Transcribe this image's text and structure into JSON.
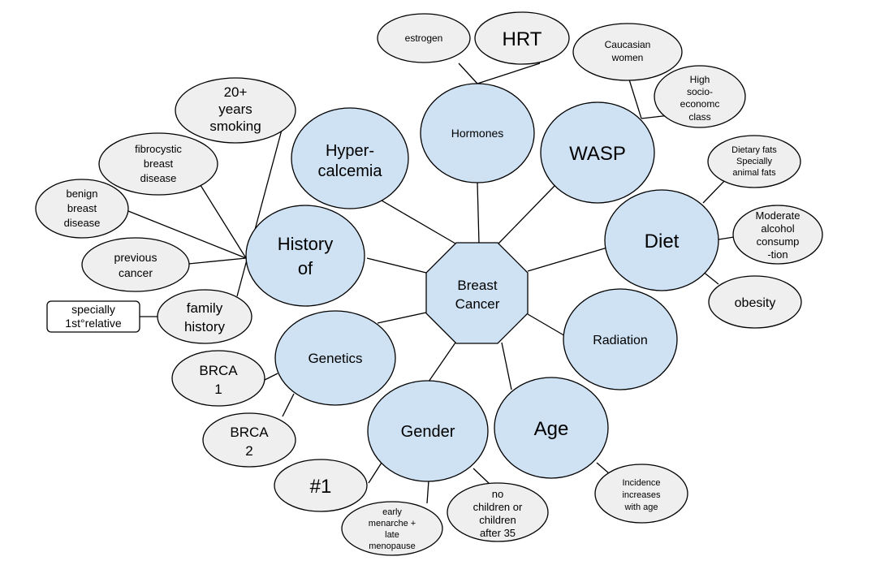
{
  "center": {
    "lines": [
      "Breast",
      "Cancer"
    ]
  },
  "categories": {
    "hormones": {
      "lines": [
        "Hormones"
      ]
    },
    "wasp": {
      "lines": [
        "WASP"
      ]
    },
    "hypercalcemia": {
      "lines": [
        "Hyper-",
        "calcemia"
      ]
    },
    "diet": {
      "lines": [
        "Diet"
      ]
    },
    "history": {
      "lines": [
        "History",
        "of"
      ]
    },
    "radiation": {
      "lines": [
        "Radiation"
      ]
    },
    "genetics": {
      "lines": [
        "Genetics"
      ]
    },
    "age": {
      "lines": [
        "Age"
      ]
    },
    "gender": {
      "lines": [
        "Gender"
      ]
    }
  },
  "details": {
    "estrogen": {
      "lines": [
        "estrogen"
      ]
    },
    "hrt": {
      "lines": [
        "HRT"
      ]
    },
    "caucasian": {
      "lines": [
        "Caucasian",
        "women"
      ]
    },
    "socio": {
      "lines": [
        "High",
        "socio-",
        "economc",
        "class"
      ]
    },
    "smoking": {
      "lines": [
        "20+",
        "years",
        "smoking"
      ]
    },
    "fibrocystic": {
      "lines": [
        "fibrocystic",
        "breast",
        "disease"
      ]
    },
    "benign": {
      "lines": [
        "benign",
        "breast",
        "disease"
      ]
    },
    "previous": {
      "lines": [
        "previous",
        "cancer"
      ]
    },
    "family": {
      "lines": [
        "family",
        "history"
      ]
    },
    "relative": {
      "lines": [
        "specially",
        "1st°relative"
      ]
    },
    "fats": {
      "lines": [
        "Dietary fats",
        "Specially",
        "animal fats"
      ]
    },
    "alcohol": {
      "lines": [
        "Moderate",
        "alcohol",
        "consump",
        "-tion"
      ]
    },
    "obesity": {
      "lines": [
        "obesity"
      ]
    },
    "brca1": {
      "lines": [
        "BRCA",
        "1"
      ]
    },
    "brca2": {
      "lines": [
        "BRCA",
        "2"
      ]
    },
    "number1": {
      "lines": [
        "#1"
      ]
    },
    "menarche": {
      "lines": [
        "early",
        "menarche +",
        "late",
        "menopause"
      ]
    },
    "children": {
      "lines": [
        "no",
        "children or",
        "children",
        "after 35"
      ]
    },
    "incidence": {
      "lines": [
        "Incidence",
        "increases",
        "with age"
      ]
    }
  }
}
